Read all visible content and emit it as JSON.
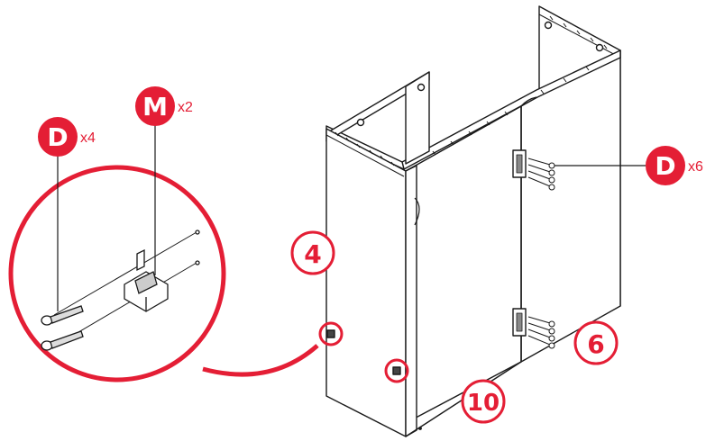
{
  "colors": {
    "accent": "#e41e35",
    "line": "#1a1a1a",
    "panel": "#ffffff"
  },
  "parts": {
    "badge_d_left": {
      "letter": "D",
      "qty": "x4"
    },
    "badge_m": {
      "letter": "M",
      "qty": "x2"
    },
    "badge_d_right": {
      "letter": "D",
      "qty": "x6"
    }
  },
  "panels": {
    "left": "4",
    "right": "6",
    "back": "10"
  },
  "icons": [
    "screw-icon",
    "bracket-icon",
    "cam-lock-icon",
    "hinge-icon"
  ]
}
